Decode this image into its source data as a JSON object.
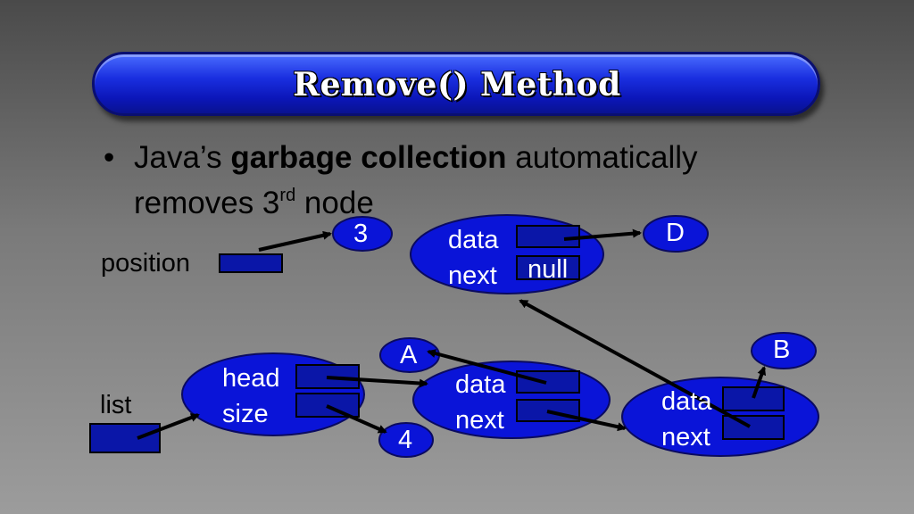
{
  "title": "Remove() Method",
  "bullet": {
    "dot": "•",
    "line1_prefix": "Java’s ",
    "line1_bold": "garbage collection",
    "line1_suffix": " automatically",
    "line2_prefix": "removes 3",
    "line2_sup": "rd",
    "line2_suffix": " node"
  },
  "labels": {
    "position": "position",
    "list": "list"
  },
  "list_node": {
    "head": "head",
    "size": "size"
  },
  "nodes": [
    {
      "data": "data",
      "next": "next",
      "next_value": "null"
    },
    {
      "data": "data",
      "next": "next"
    },
    {
      "data": "data",
      "next": "next"
    }
  ],
  "values": {
    "three": "3",
    "D": "D",
    "A": "A",
    "four": "4",
    "B": "B"
  },
  "colors": {
    "node_fill": "#0a14d8",
    "box_fill": "#0a16a8",
    "title_blue": "#1a2fe0"
  }
}
